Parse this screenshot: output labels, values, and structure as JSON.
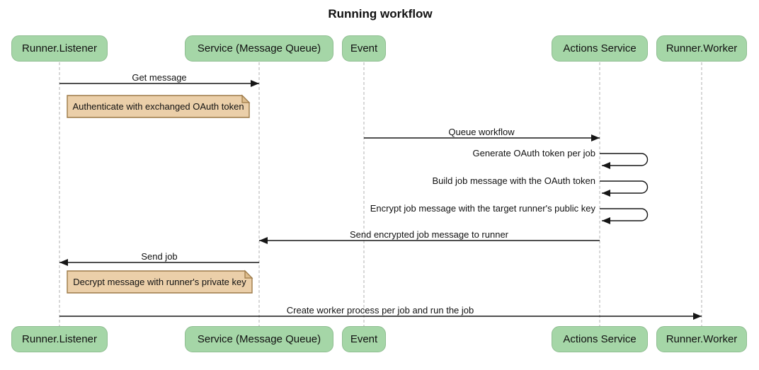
{
  "title": "Running workflow",
  "actors": [
    {
      "label": "Runner.Listener"
    },
    {
      "label": "Service (Message Queue)"
    },
    {
      "label": "Event"
    },
    {
      "label": "Actions Service"
    },
    {
      "label": "Runner.Worker"
    }
  ],
  "messages": [
    {
      "label": "Get message",
      "from": "Runner.Listener",
      "to": "Service (Message Queue)",
      "type": "arrow"
    },
    {
      "label": "Queue workflow",
      "from": "Event",
      "to": "Actions Service",
      "type": "arrow"
    },
    {
      "label": "Generate OAuth token per job",
      "from": "Actions Service",
      "to": "Actions Service",
      "type": "self"
    },
    {
      "label": "Build job message with the OAuth token",
      "from": "Actions Service",
      "to": "Actions Service",
      "type": "self"
    },
    {
      "label": "Encrypt job message with the target runner's public key",
      "from": "Actions Service",
      "to": "Actions Service",
      "type": "self"
    },
    {
      "label": "Send encrypted job message to runner",
      "from": "Actions Service",
      "to": "Service (Message Queue)",
      "type": "arrow"
    },
    {
      "label": "Send job",
      "from": "Service (Message Queue)",
      "to": "Runner.Listener",
      "type": "arrow"
    },
    {
      "label": "Create worker process per job and run the job",
      "from": "Runner.Listener",
      "to": "Runner.Worker",
      "type": "arrow"
    }
  ],
  "notes": [
    {
      "label": "Authenticate with exchanged OAuth token",
      "over": "Runner.Listener"
    },
    {
      "label": "Decrypt message with runner's private key",
      "over": "Runner.Listener"
    }
  ],
  "colors": {
    "actor_fill": "#A5D6A7",
    "actor_border": "#8FBE91",
    "note_fill": "#EBCFA9",
    "note_border": "#9D7A48",
    "lifeline": "#B0B0B0",
    "arrow": "#161616",
    "background": "#FFFFFF",
    "text": "#111111"
  }
}
